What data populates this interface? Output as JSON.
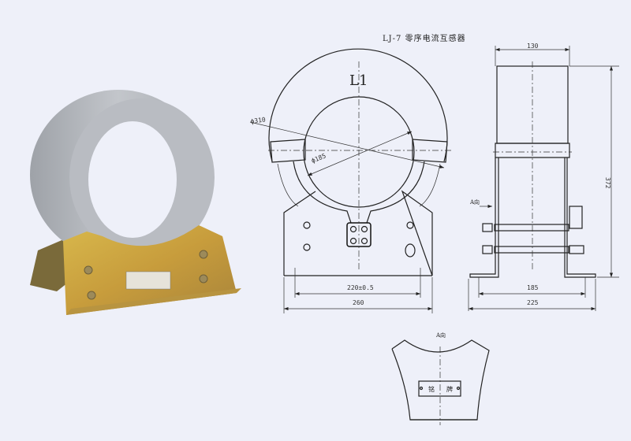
{
  "title": "LJ-7  零序电流互感器",
  "front_view": {
    "label": "L1",
    "outer_diameter": "ϕ310",
    "inner_diameter": "ϕ185",
    "hole_spacing": "220±0.5",
    "base_width": "260"
  },
  "side_view": {
    "width": "130",
    "height": "372",
    "hole_spacing": "185",
    "base_width": "225",
    "view_arrow": "A向"
  },
  "a_view": {
    "label": "A向",
    "nameplate_left": "铭",
    "nameplate_right": "牌"
  },
  "colors": {
    "background": "#eef0f9",
    "coil": "#a9adb3",
    "bracket": "#c9a545"
  }
}
